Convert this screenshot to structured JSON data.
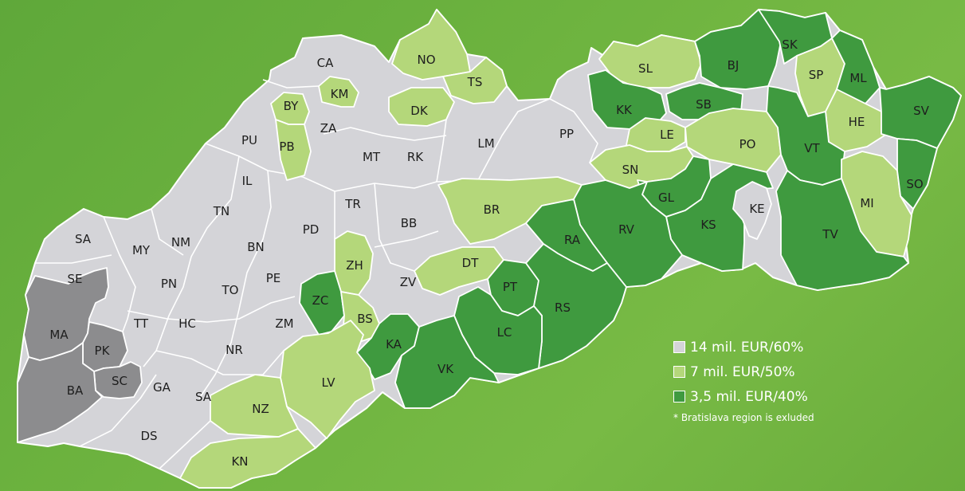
{
  "colors": {
    "grey": "#d4d4d8",
    "dark_grey": "#8c8c8e",
    "light_green": "#b4d77a",
    "dark_green": "#3f9a3f",
    "border": "#ffffff"
  },
  "districts": [
    {
      "code": "CA",
      "tier": "grey"
    },
    {
      "code": "KM",
      "tier": "light_green"
    },
    {
      "code": "BY",
      "tier": "light_green"
    },
    {
      "code": "ZA",
      "tier": "grey"
    },
    {
      "code": "PU",
      "tier": "grey"
    },
    {
      "code": "PB",
      "tier": "light_green"
    },
    {
      "code": "IL",
      "tier": "grey"
    },
    {
      "code": "NO",
      "tier": "light_green"
    },
    {
      "code": "TS",
      "tier": "light_green"
    },
    {
      "code": "DK",
      "tier": "light_green"
    },
    {
      "code": "MT",
      "tier": "grey"
    },
    {
      "code": "RK",
      "tier": "grey"
    },
    {
      "code": "LM",
      "tier": "grey"
    },
    {
      "code": "PP",
      "tier": "grey"
    },
    {
      "code": "SL",
      "tier": "light_green"
    },
    {
      "code": "BJ",
      "tier": "dark_green"
    },
    {
      "code": "SK",
      "tier": "dark_green"
    },
    {
      "code": "SP",
      "tier": "light_green"
    },
    {
      "code": "ML",
      "tier": "dark_green"
    },
    {
      "code": "KK",
      "tier": "dark_green"
    },
    {
      "code": "SB",
      "tier": "dark_green"
    },
    {
      "code": "HE",
      "tier": "light_green"
    },
    {
      "code": "SV",
      "tier": "dark_green"
    },
    {
      "code": "LE",
      "tier": "light_green"
    },
    {
      "code": "PO",
      "tier": "light_green"
    },
    {
      "code": "VT",
      "tier": "dark_green"
    },
    {
      "code": "SN",
      "tier": "light_green"
    },
    {
      "code": "GL",
      "tier": "dark_green"
    },
    {
      "code": "KS",
      "tier": "dark_green"
    },
    {
      "code": "KE",
      "tier": "grey"
    },
    {
      "code": "MI",
      "tier": "light_green"
    },
    {
      "code": "SO",
      "tier": "dark_green"
    },
    {
      "code": "TV",
      "tier": "dark_green"
    },
    {
      "code": "TN",
      "tier": "grey"
    },
    {
      "code": "TR",
      "tier": "grey"
    },
    {
      "code": "BB",
      "tier": "grey"
    },
    {
      "code": "BR",
      "tier": "light_green"
    },
    {
      "code": "RV",
      "tier": "dark_green"
    },
    {
      "code": "RA",
      "tier": "dark_green"
    },
    {
      "code": "SA",
      "tier": "grey"
    },
    {
      "code": "MY",
      "tier": "grey"
    },
    {
      "code": "NM",
      "tier": "grey"
    },
    {
      "code": "BN",
      "tier": "grey"
    },
    {
      "code": "PD",
      "tier": "grey"
    },
    {
      "code": "ZH",
      "tier": "light_green"
    },
    {
      "code": "DT",
      "tier": "light_green"
    },
    {
      "code": "PT",
      "tier": "dark_green"
    },
    {
      "code": "SE",
      "tier": "grey"
    },
    {
      "code": "PN",
      "tier": "grey"
    },
    {
      "code": "PE",
      "tier": "grey"
    },
    {
      "code": "TO",
      "tier": "grey"
    },
    {
      "code": "ZC",
      "tier": "dark_green"
    },
    {
      "code": "ZV",
      "tier": "grey"
    },
    {
      "code": "RS",
      "tier": "dark_green"
    },
    {
      "code": "MA",
      "tier": "dark_grey"
    },
    {
      "code": "TT",
      "tier": "grey"
    },
    {
      "code": "HC",
      "tier": "grey"
    },
    {
      "code": "ZM",
      "tier": "grey"
    },
    {
      "code": "BS",
      "tier": "light_green"
    },
    {
      "code": "KA",
      "tier": "dark_green"
    },
    {
      "code": "LC",
      "tier": "dark_green"
    },
    {
      "code": "PK",
      "tier": "dark_grey"
    },
    {
      "code": "NR",
      "tier": "grey"
    },
    {
      "code": "VK",
      "tier": "dark_green"
    },
    {
      "code": "SC",
      "tier": "dark_grey"
    },
    {
      "code": "BA",
      "tier": "dark_grey"
    },
    {
      "code": "GA",
      "tier": "grey"
    },
    {
      "code": "SA",
      "tier": "grey"
    },
    {
      "code": "LV",
      "tier": "light_green"
    },
    {
      "code": "NZ",
      "tier": "light_green"
    },
    {
      "code": "DS",
      "tier": "grey"
    },
    {
      "code": "KN",
      "tier": "light_green"
    }
  ],
  "legend": {
    "items": [
      {
        "label": "14 mil. EUR/60%",
        "tier": "grey"
      },
      {
        "label": "7 mil. EUR/50%",
        "tier": "light_green"
      },
      {
        "label": "3,5 mil. EUR/40%",
        "tier": "dark_green"
      }
    ],
    "note": "* Bratislava region is exluded"
  }
}
